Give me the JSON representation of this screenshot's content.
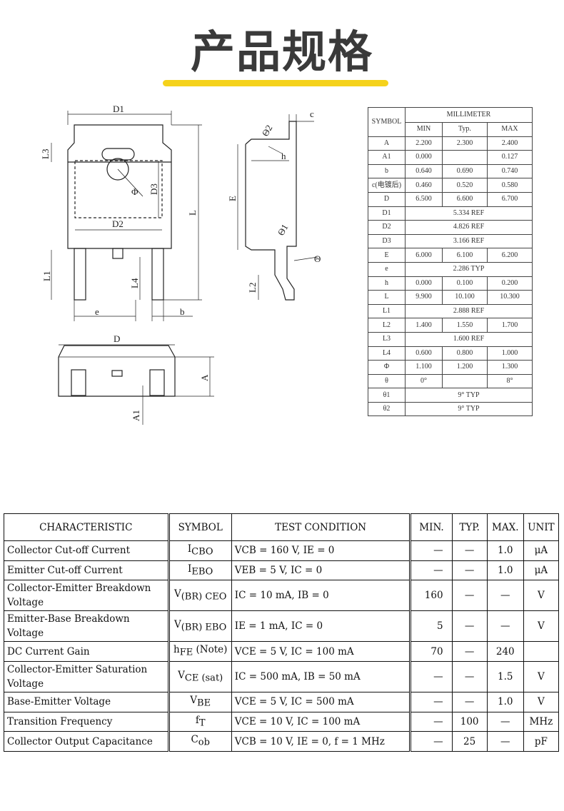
{
  "header": {
    "title": "产品规格"
  },
  "drawing": {
    "labels": {
      "d1": "D1",
      "l3": "L3",
      "phi": "Φ",
      "d3": "D3",
      "d2": "D2",
      "l": "L",
      "l1": "L1",
      "l4": "L4",
      "e": "e",
      "b": "b",
      "d": "D",
      "a": "A",
      "a1": "A1",
      "c": "c",
      "theta2": "Θ2",
      "h": "h",
      "E": "E",
      "theta1": "Θ1",
      "theta": "Θ",
      "l2": "L2"
    }
  },
  "dim_table": {
    "symbol_header": "SYMBOL",
    "group_header": "MILLIMETER",
    "col_headers": [
      "MIN",
      "Typ.",
      "MAX"
    ],
    "rows": [
      {
        "sym": "A",
        "min": "2.200",
        "typ": "2.300",
        "max": "2.400"
      },
      {
        "sym": "A1",
        "min": "0.000",
        "typ": "",
        "max": "0.127"
      },
      {
        "sym": "b",
        "min": "0.640",
        "typ": "0.690",
        "max": "0.740"
      },
      {
        "sym": "c(电镀后)",
        "min": "0.460",
        "typ": "0.520",
        "max": "0.580"
      },
      {
        "sym": "D",
        "min": "6.500",
        "typ": "6.600",
        "max": "6.700"
      },
      {
        "sym": "D1",
        "span": "5.334 REF"
      },
      {
        "sym": "D2",
        "span": "4.826 REF"
      },
      {
        "sym": "D3",
        "span": "3.166 REF"
      },
      {
        "sym": "E",
        "min": "6.000",
        "typ": "6.100",
        "max": "6.200"
      },
      {
        "sym": "e",
        "span": "2.286 TYP"
      },
      {
        "sym": "h",
        "min": "0.000",
        "typ": "0.100",
        "max": "0.200"
      },
      {
        "sym": "L",
        "min": "9.900",
        "typ": "10.100",
        "max": "10.300"
      },
      {
        "sym": "L1",
        "span": "2.888 REF"
      },
      {
        "sym": "L2",
        "min": "1.400",
        "typ": "1.550",
        "max": "1.700"
      },
      {
        "sym": "L3",
        "span": "1.600 REF"
      },
      {
        "sym": "L4",
        "min": "0.600",
        "typ": "0.800",
        "max": "1.000"
      },
      {
        "sym": "Φ",
        "min": "1.100",
        "typ": "1.200",
        "max": "1.300"
      },
      {
        "sym": "θ",
        "min": "0°",
        "typ": "",
        "max": "8°"
      },
      {
        "sym": "θ1",
        "span": "9° TYP"
      },
      {
        "sym": "θ2",
        "span": "9° TYP"
      }
    ]
  },
  "char_table": {
    "headers": [
      "CHARACTERISTIC",
      "SYMBOL",
      "TEST CONDITION",
      "MIN.",
      "TYP.",
      "MAX.",
      "UNIT"
    ],
    "rows": [
      {
        "char": "Collector Cut-off Current",
        "sym": "I",
        "sub": "CBO",
        "sym2": "",
        "test": "VCB = 160 V, IE = 0",
        "min": "—",
        "typ": "—",
        "max": "1.0",
        "unit": "μA"
      },
      {
        "char": "Emitter Cut-off Current",
        "sym": "I",
        "sub": "EBO",
        "sym2": "",
        "test": "VEB = 5 V, IC = 0",
        "min": "—",
        "typ": "—",
        "max": "1.0",
        "unit": "μA"
      },
      {
        "char": "Collector-Emitter Breakdown Voltage",
        "sym": "V",
        "sub": "(BR) CEO",
        "sym2": "",
        "test": "IC = 10 mA, IB = 0",
        "min": "160",
        "typ": "—",
        "max": "—",
        "unit": "V"
      },
      {
        "char": "Emitter-Base Breakdown Voltage",
        "sym": "V",
        "sub": "(BR) EBO",
        "sym2": "",
        "test": "IE = 1 mA, IC = 0",
        "min": "5",
        "typ": "—",
        "max": "—",
        "unit": "V"
      },
      {
        "char": "DC Current Gain",
        "sym": "h",
        "sub": "FE",
        "sym2": " (Note)",
        "test": "VCE = 5 V, IC = 100 mA",
        "min": "70",
        "typ": "—",
        "max": "240",
        "unit": ""
      },
      {
        "char": "Collector-Emitter Saturation Voltage",
        "sym": "V",
        "sub": "CE (sat)",
        "sym2": "",
        "test": "IC = 500 mA, IB = 50 mA",
        "min": "—",
        "typ": "—",
        "max": "1.5",
        "unit": "V"
      },
      {
        "char": "Base-Emitter Voltage",
        "sym": "V",
        "sub": "BE",
        "sym2": "",
        "test": "VCE = 5 V, IC = 500 mA",
        "min": "—",
        "typ": "—",
        "max": "1.0",
        "unit": "V"
      },
      {
        "char": "Transition Frequency",
        "sym": "f",
        "sub": "T",
        "sym2": "",
        "test": "VCE = 10 V, IC = 100 mA",
        "min": "—",
        "typ": "100",
        "max": "—",
        "unit": "MHz"
      },
      {
        "char": "Collector Output Capacitance",
        "sym": "C",
        "sub": "ob",
        "sym2": "",
        "test": "VCB = 10 V, IE = 0, f = 1 MHz",
        "min": "—",
        "typ": "25",
        "max": "—",
        "unit": "pF"
      }
    ]
  }
}
